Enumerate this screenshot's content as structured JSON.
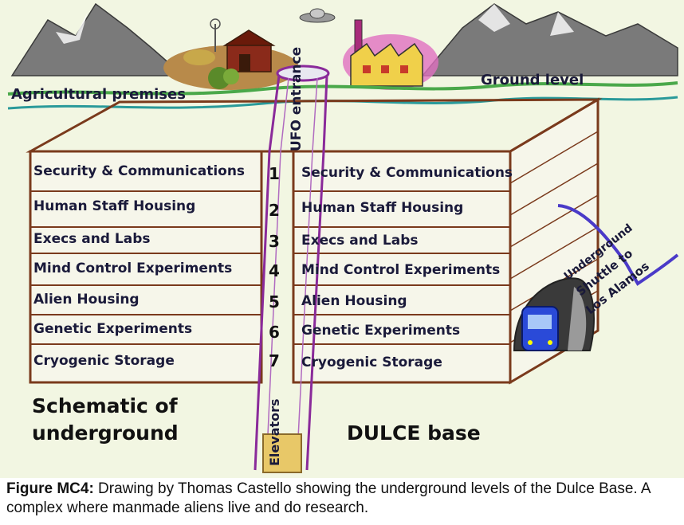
{
  "labels": {
    "agricultural": "Agricultural premises",
    "ground_level": "Ground level",
    "ufo_entrance": "UFO entrance",
    "elevators": "Elevators",
    "shuttle_line1": "Underground",
    "shuttle_line2": "Shuttle to",
    "shuttle_line3": "Los Alamos",
    "schematic_line1": "Schematic of",
    "schematic_line2": "underground",
    "dulce_base": "DULCE base"
  },
  "levels": [
    {
      "number": "1",
      "name": "Security & Communications"
    },
    {
      "number": "2",
      "name": "Human Staff Housing"
    },
    {
      "number": "3",
      "name": "Execs and Labs"
    },
    {
      "number": "4",
      "name": "Mind Control Experiments"
    },
    {
      "number": "5",
      "name": "Alien Housing"
    },
    {
      "number": "6",
      "name": "Genetic Experiments"
    },
    {
      "number": "7",
      "name": "Cryogenic Storage"
    }
  ],
  "caption": {
    "figure_label": "Figure MC4:",
    "text": " Drawing by Thomas Castello showing the underground levels of the Dulce Base. A complex where manmade aliens live and do research."
  },
  "colors": {
    "box_edge": "#7a3a1c",
    "elevator_shaft": "#8a2a9a",
    "ground_line_green": "#4aa84a",
    "ground_line_teal": "#2a9a9a",
    "shuttle_line": "#4a3ac8"
  }
}
